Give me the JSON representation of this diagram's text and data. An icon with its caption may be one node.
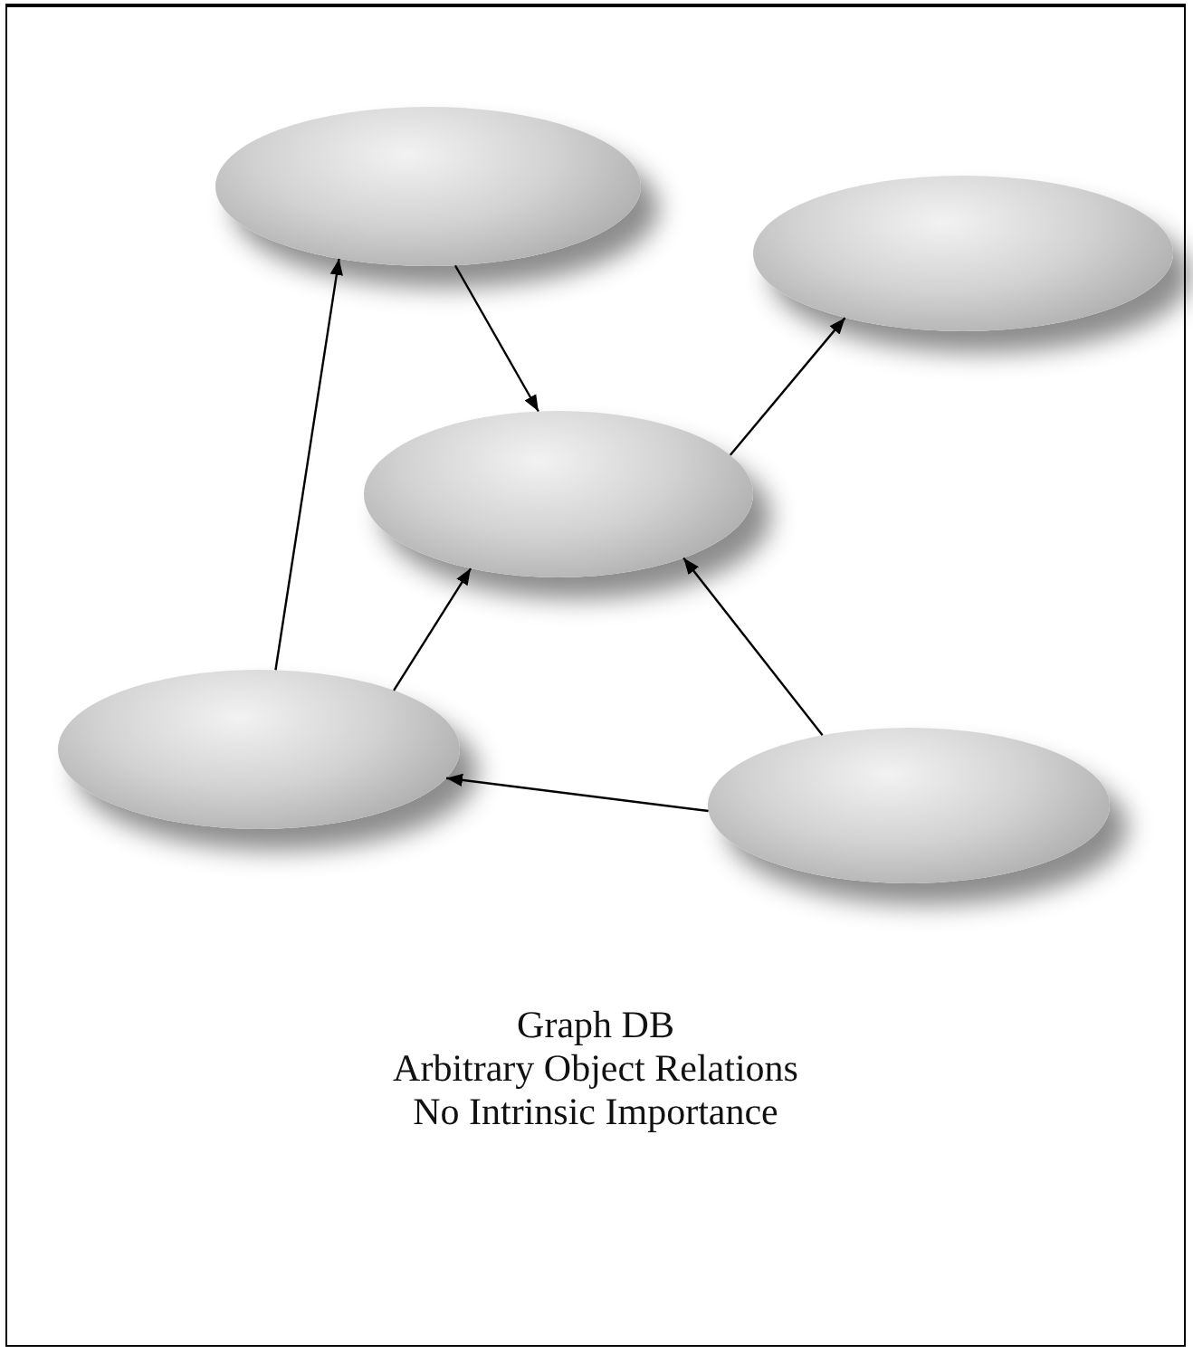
{
  "diagram": {
    "nodes": [
      {
        "text": [],
        "shape": "ellipse"
      },
      {
        "text": [],
        "shape": "ellipse"
      },
      {
        "text": [],
        "shape": "ellipse"
      },
      {
        "text": [],
        "shape": "ellipse"
      },
      {
        "text": [],
        "shape": "ellipse"
      }
    ],
    "edges": [
      {
        "from": 0,
        "to": 2,
        "arrow": "to"
      },
      {
        "from": 2,
        "to": 1,
        "arrow": "to"
      },
      {
        "from": 3,
        "to": 0,
        "arrow": "to"
      },
      {
        "from": 3,
        "to": 2,
        "arrow": "to"
      },
      {
        "from": 4,
        "to": 2,
        "arrow": "to"
      },
      {
        "from": 4,
        "to": 3,
        "arrow": "to"
      }
    ],
    "labels": [
      "Graph DB",
      "Arbitrary Object Relations",
      "No Intrinsic Importance"
    ]
  }
}
